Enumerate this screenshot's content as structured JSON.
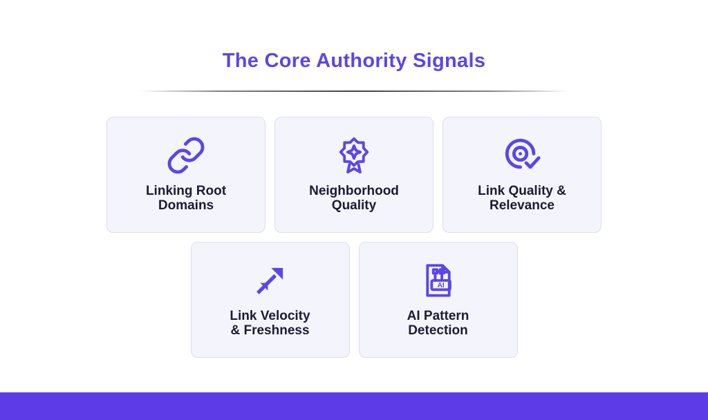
{
  "theme": {
    "accent": "#5b46e6",
    "footer-bar": "#5d3ce8",
    "card-bg": "#f4f4fc",
    "card-border": "#dddcf0",
    "label-color": "#1c1b33"
  },
  "page": {
    "title": "The Core Authority Signals"
  },
  "cards": [
    {
      "icon": "chain-link-icon",
      "label_line1": "Linking Root",
      "label_line2": "Domains"
    },
    {
      "icon": "award-badge-icon",
      "label_line1": "Neighborhood",
      "label_line2": "Quality"
    },
    {
      "icon": "target-check-icon",
      "label_line1": "Link Quality &",
      "label_line2": "Relevance"
    },
    {
      "icon": "trending-arrows-icon",
      "label_line1": "Link Velocity",
      "label_line2": "& Freshness"
    },
    {
      "icon": "ai-document-icon",
      "label_line1": "AI Pattern",
      "label_line2": "Detection",
      "icon_text": "AI"
    }
  ]
}
